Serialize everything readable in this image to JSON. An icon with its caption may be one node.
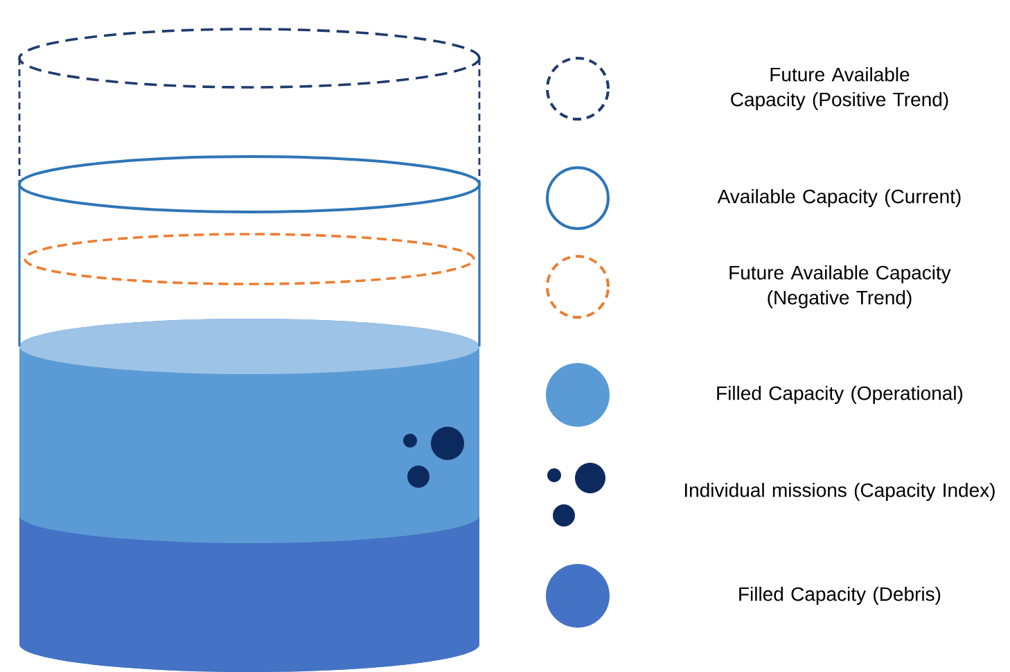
{
  "diagram": {
    "legend": [
      {
        "text": "Future Available Capacity (Positive Trend)"
      },
      {
        "text": "Available Capacity (Current)"
      },
      {
        "text": "Future Available Capacity (Negative Trend)"
      },
      {
        "text": "Filled Capacity (Operational)",
        "color": "#5b9bd5"
      },
      {
        "text": "Individual missions (Capacity Index)"
      },
      {
        "text": "Filled Capacity (Debris)",
        "color": "#4472c4"
      }
    ]
  }
}
